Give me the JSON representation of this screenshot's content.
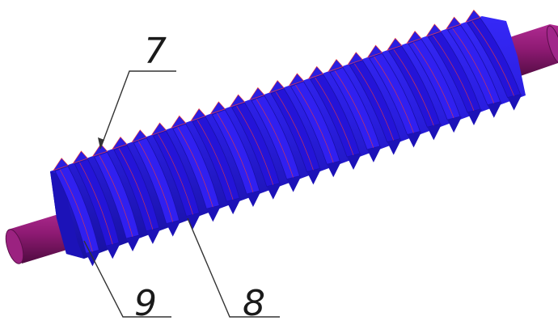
{
  "figure": {
    "colors": {
      "background": "#ffffff",
      "roller_body": "#2a1ee0",
      "roller_shadow": "#1a10a8",
      "fin_edge": "#ff3b2f",
      "shaft": "#8e1a73",
      "shaft_dark": "#5a0e49",
      "leader_line": "#333333"
    },
    "callouts": [
      {
        "id": "7",
        "label": "7",
        "points_to": "fin-crest"
      },
      {
        "id": "8",
        "label": "8",
        "points_to": "spiral-fin-body"
      },
      {
        "id": "9",
        "label": "9",
        "points_to": "roller-end-face"
      }
    ]
  }
}
